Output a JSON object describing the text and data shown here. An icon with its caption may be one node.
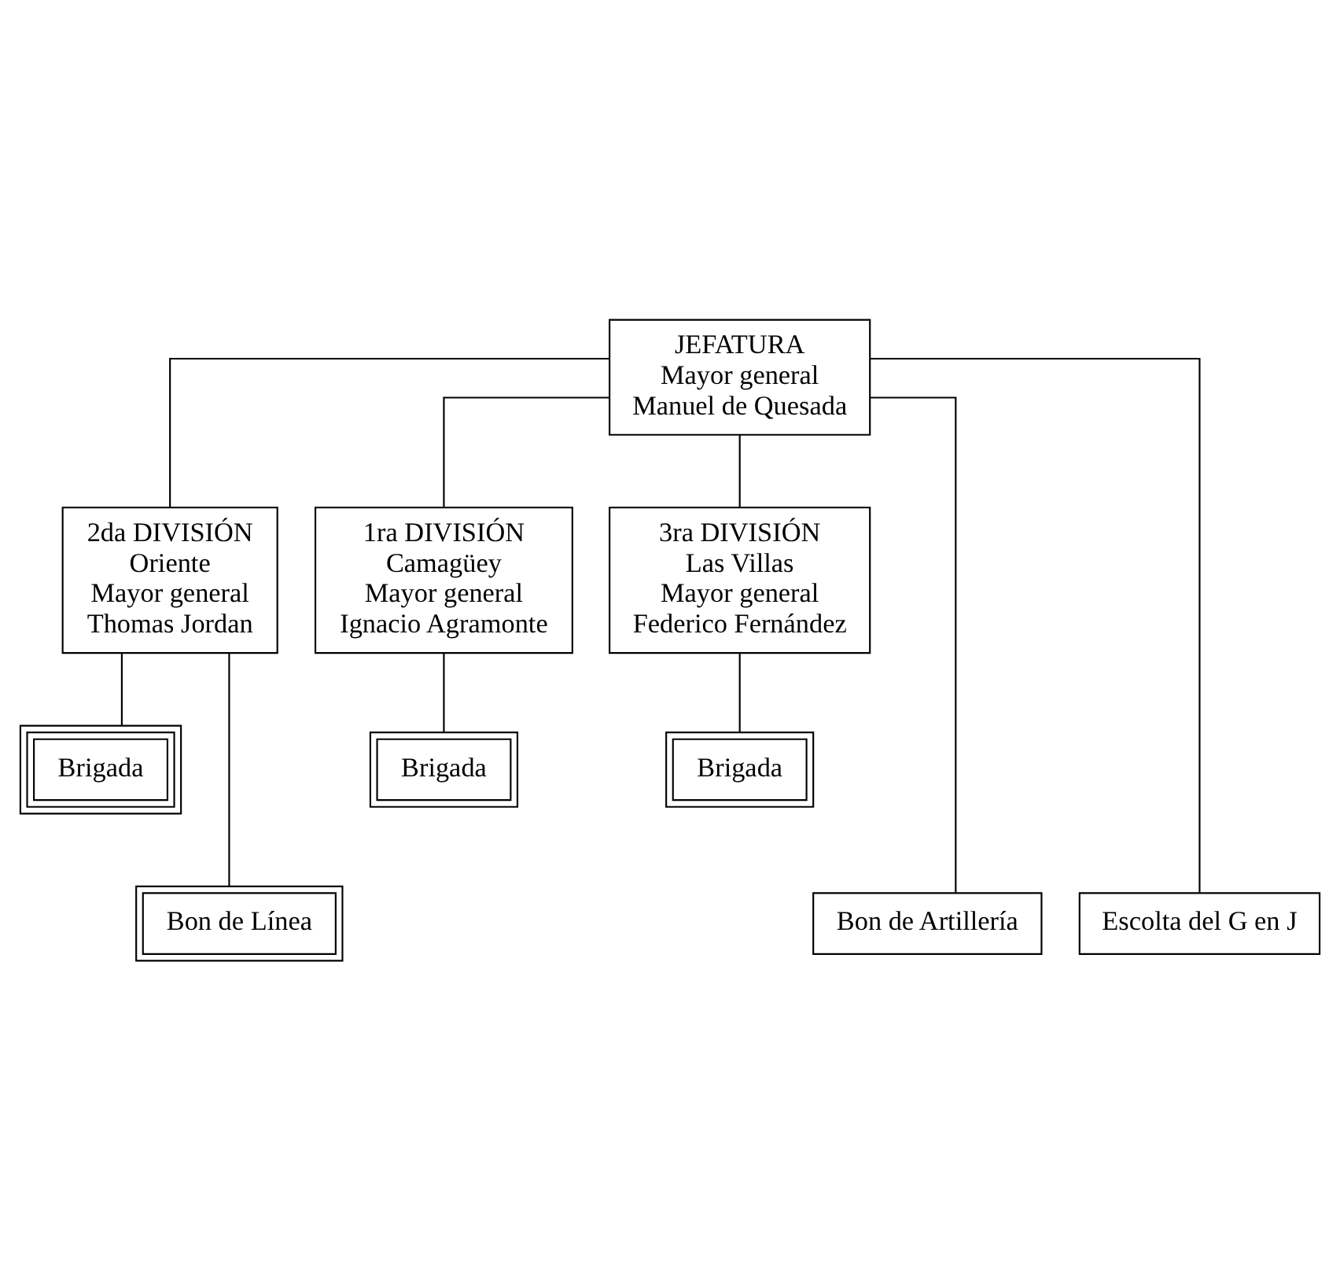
{
  "diagram": {
    "nodes": [
      {
        "text": [
          "JEFATURA",
          "Mayor general",
          "Manuel de Quesada"
        ]
      },
      {
        "text": [
          "2da DIVISIÓN",
          "Oriente",
          "Mayor general",
          "Thomas Jordan"
        ]
      },
      {
        "text": [
          "1ra DIVISIÓN",
          "Camagüey",
          "Mayor general",
          "Ignacio Agramonte"
        ]
      },
      {
        "text": [
          "3ra DIVISIÓN",
          "Las Villas",
          "Mayor general",
          "Federico Fernández"
        ]
      },
      {
        "text": [
          "Brigada"
        ]
      },
      {
        "text": [
          "Bon de Línea"
        ]
      },
      {
        "text": [
          "Brigada"
        ]
      },
      {
        "text": [
          "Brigada"
        ]
      },
      {
        "text": [
          "Bon de Artillería"
        ]
      },
      {
        "text": [
          "Escolta del G en J"
        ]
      }
    ],
    "edges": [
      {
        "from": 0,
        "to": 1,
        "arrow": "none"
      },
      {
        "from": 0,
        "to": 2,
        "arrow": "none"
      },
      {
        "from": 0,
        "to": 8,
        "arrow": "none"
      },
      {
        "from": 0,
        "to": 9,
        "arrow": "none"
      },
      {
        "from": 0,
        "to": 3,
        "arrow": "none"
      },
      {
        "from": 1,
        "to": 4,
        "arrow": "none"
      },
      {
        "from": 1,
        "to": 5,
        "arrow": "none"
      },
      {
        "from": 2,
        "to": 6,
        "arrow": "none"
      },
      {
        "from": 3,
        "to": 7,
        "arrow": "none"
      }
    ]
  }
}
